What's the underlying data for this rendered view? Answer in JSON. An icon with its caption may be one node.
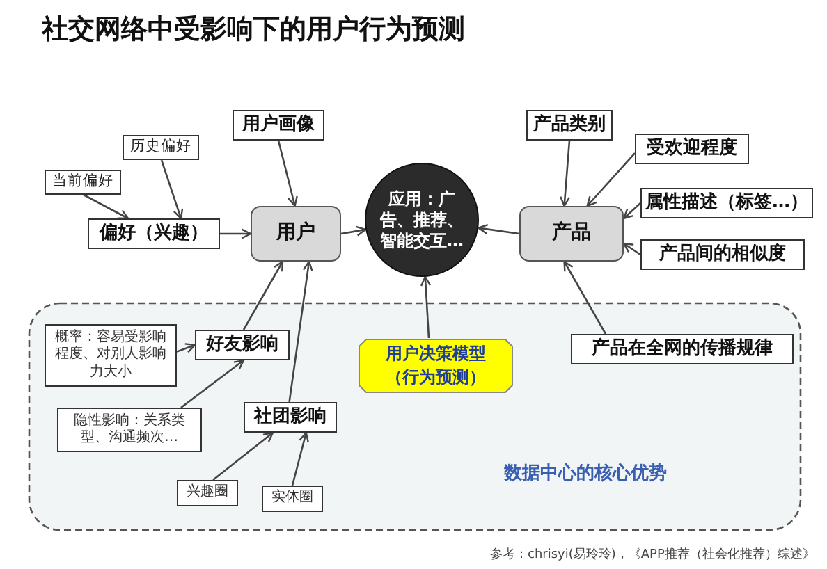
{
  "diagram": {
    "title": "社交网络中受影响下的用户行为预测",
    "nodes": [
      {
        "text": [
          "历史偏好"
        ]
      },
      {
        "text": [
          "当前偏好"
        ]
      },
      {
        "text": [
          "用户画像"
        ]
      },
      {
        "text": [
          "产品类别"
        ]
      },
      {
        "text": [
          "受欢迎程度"
        ]
      },
      {
        "text": [
          "偏好（兴趣）"
        ]
      },
      {
        "text": [
          "用户"
        ]
      },
      {
        "text": [
          "应用：广告、推荐、智能交互…"
        ]
      },
      {
        "text": [
          "产品"
        ]
      },
      {
        "text": [
          "属性描述（标签…）"
        ]
      },
      {
        "text": [
          "产品间的相似度"
        ]
      },
      {
        "text": [
          "数据中心的核心优势"
        ]
      },
      {
        "text": [
          "概率：容易受影响程度、对别人影响力大小"
        ],
        "in": 11
      },
      {
        "text": [
          "好友影响"
        ],
        "in": 11
      },
      {
        "text": [
          "用户决策模型",
          "（行为预测）"
        ],
        "in": 11
      },
      {
        "text": [
          "产品在全网的传播规律"
        ],
        "in": 11
      },
      {
        "text": [
          "隐性影响：关系类型、沟通频次…"
        ],
        "in": 11
      },
      {
        "text": [
          "社团影响"
        ],
        "in": 11
      },
      {
        "text": [
          "兴趣圈"
        ],
        "in": 11
      },
      {
        "text": [
          "实体圈"
        ],
        "in": 11
      }
    ],
    "edges": [
      {
        "from": 0,
        "to": 5,
        "arrow": "to"
      },
      {
        "from": 1,
        "to": 5,
        "arrow": "to"
      },
      {
        "from": 5,
        "to": 6,
        "arrow": "to"
      },
      {
        "from": 2,
        "to": 6,
        "arrow": "to"
      },
      {
        "from": 6,
        "to": 7,
        "arrow": "to"
      },
      {
        "from": 8,
        "to": 7,
        "arrow": "to"
      },
      {
        "from": 3,
        "to": 8,
        "arrow": "to"
      },
      {
        "from": 4,
        "to": 8,
        "arrow": "to"
      },
      {
        "from": 9,
        "to": 8,
        "arrow": "to"
      },
      {
        "from": 10,
        "to": 8,
        "arrow": "to"
      },
      {
        "from": 15,
        "to": 8,
        "arrow": "to"
      },
      {
        "from": 12,
        "to": 13,
        "arrow": "to"
      },
      {
        "from": 16,
        "to": 13,
        "arrow": "to"
      },
      {
        "from": 13,
        "to": 6,
        "arrow": "to"
      },
      {
        "from": 17,
        "to": 6,
        "arrow": "to"
      },
      {
        "from": 18,
        "to": 17,
        "arrow": "to"
      },
      {
        "from": 19,
        "to": 17,
        "arrow": "to"
      },
      {
        "from": 14,
        "to": 7,
        "arrow": "to"
      }
    ],
    "labels": [
      "参考：chrisyi(易玲玲)，《APP推荐（社会化推荐）综述》"
    ]
  }
}
